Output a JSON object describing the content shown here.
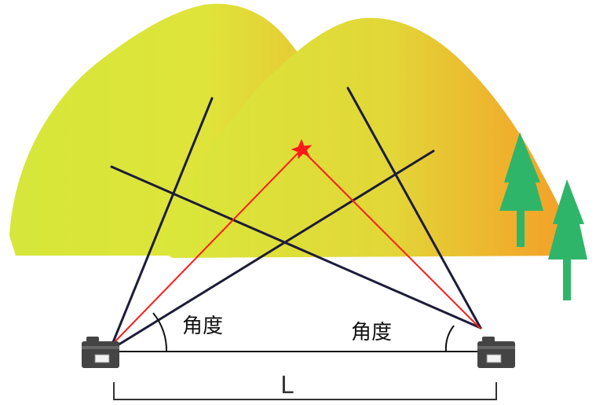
{
  "labels": {
    "left_angle": "角度",
    "right_angle": "角度",
    "baseline": "L"
  },
  "colors": {
    "hill_light": "#d9e83a",
    "hill_orange": "#f0a32a",
    "tree_green": "#2fb56a",
    "sight_lines": "#1c1c3a",
    "target_lines": "#ff1a1a",
    "camera_body": "#444444"
  },
  "icons": {
    "cameras": "camera-icon",
    "trees": "tree-icon",
    "target": "star-icon"
  }
}
